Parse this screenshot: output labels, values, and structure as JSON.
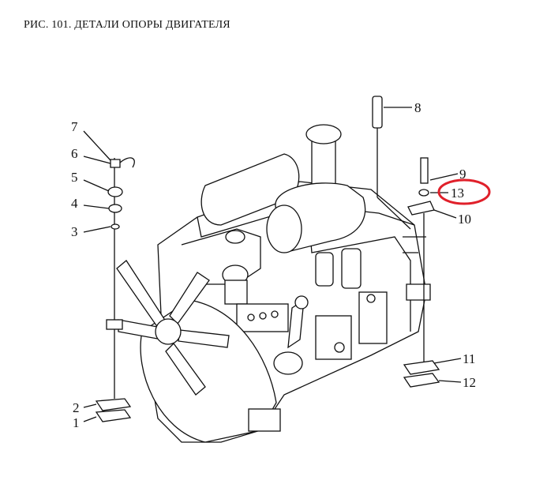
{
  "title": "РИС. 101. ДЕТАЛИ ОПОРЫ ДВИГАТЕЛЯ",
  "callouts": {
    "p1": "1",
    "p2": "2",
    "p3": "3",
    "p4": "4",
    "p5": "5",
    "p6": "6",
    "p7": "7",
    "p8": "8",
    "p9": "9",
    "p10": "10",
    "p11": "11",
    "p12": "12",
    "p13": "13"
  },
  "highlight": {
    "callout": "13",
    "color": "#e0202a"
  }
}
